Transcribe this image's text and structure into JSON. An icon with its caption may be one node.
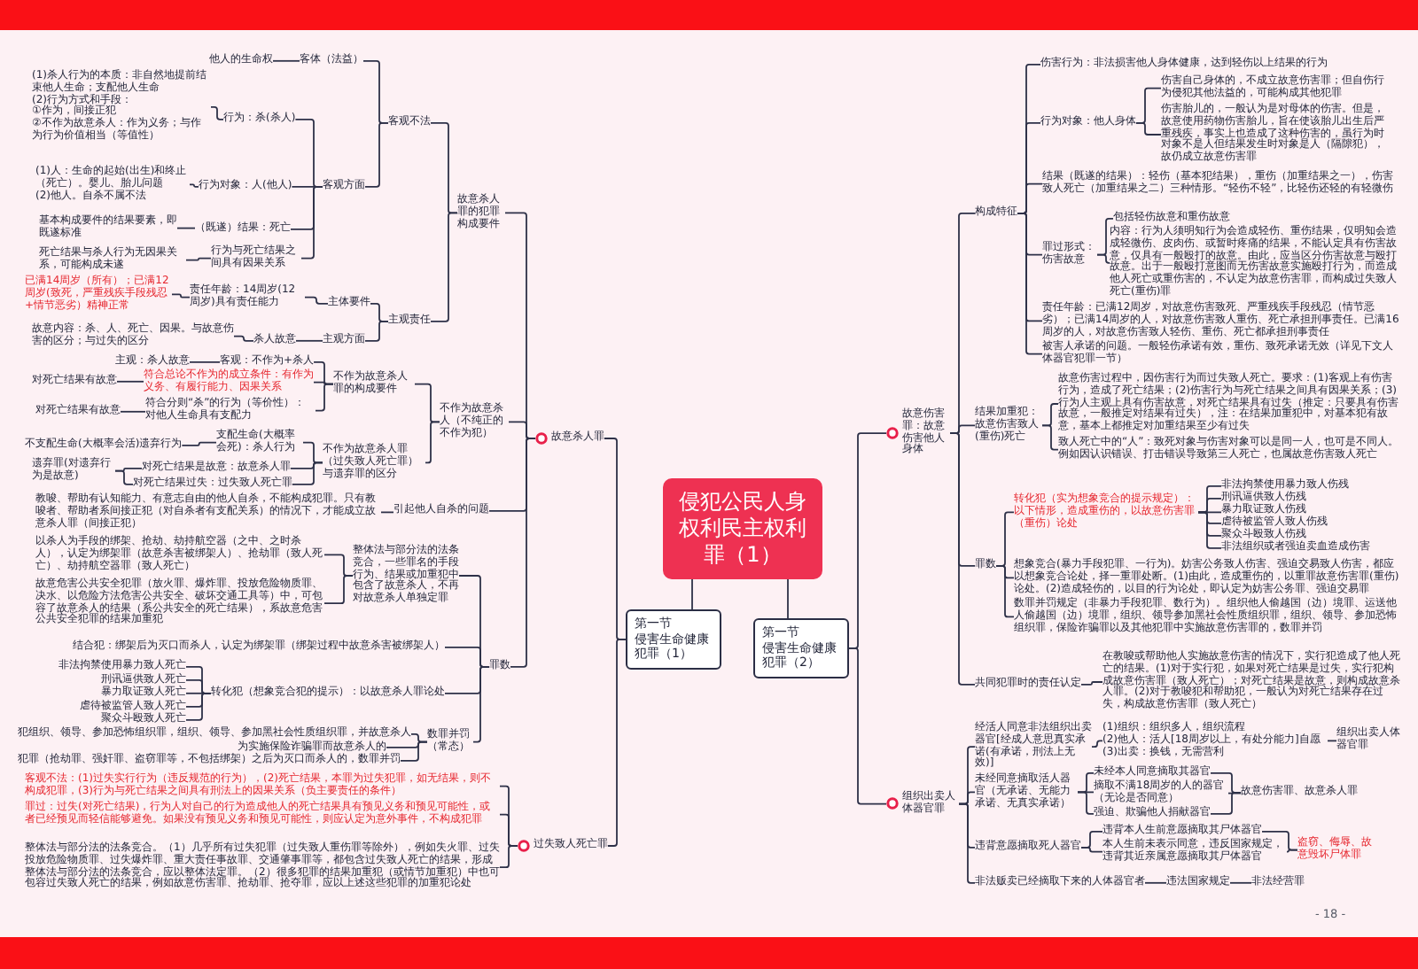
{
  "diagram": {
    "nodes": [
      {
        "text": [
          "侵犯公民人身权利民主权利罪（1）"
        ]
      },
      {
        "text": [
          "第一节",
          "侵害生命健康犯罪（1）"
        ]
      },
      {
        "text": [
          "故意杀人罪"
        ]
      },
      {
        "text": [
          "故意杀人罪的犯罪构成要件"
        ]
      },
      {
        "text": [
          "客观不法"
        ]
      },
      {
        "text": [
          "客体（法益）"
        ]
      },
      {
        "text": [
          "他人的生命权"
        ]
      },
      {
        "text": [
          "客观方面"
        ]
      },
      {
        "text": [
          "行为：杀(杀人)"
        ]
      },
      {
        "text": [
          "(1)杀人行为的本质：非自然地提前结束他人生命；支配他人生命",
          "(2)行为方式和手段：",
          "①作为，间接正犯",
          "②不作为故意杀人：作为义务；与作为行为价值相当（等值性）"
        ]
      },
      {
        "text": [
          "行为对象：人(他人)"
        ]
      },
      {
        "text": [
          "(1)人：生命的起始(出生)和终止（死亡）。婴儿、胎儿问题",
          "(2)他人。自杀不属不法"
        ]
      },
      {
        "text": [
          "（既遂）结果：死亡"
        ]
      },
      {
        "text": [
          "基本构成要件的结果要素，即既遂标准"
        ]
      },
      {
        "text": [
          "行为与死亡结果之间具有因果关系"
        ]
      },
      {
        "text": [
          "死亡结果与杀人行为无因果关系，可能构成未遂"
        ]
      },
      {
        "text": [
          "主观责任"
        ]
      },
      {
        "text": [
          "主体要件"
        ]
      },
      {
        "text": [
          "责任年龄：14周岁(12周岁)具有责任能力"
        ]
      },
      {
        "text": [
          "已满14周岁（所有）；已满12周岁(致死，严重残疾手段残忍+情节恶劣）精神正常"
        ]
      },
      {
        "text": [
          "主观方面"
        ]
      },
      {
        "text": [
          "杀人故意"
        ]
      },
      {
        "text": [
          "故意内容：杀、人、死亡、因果。与故意伤害的区分；与过失的区分"
        ]
      },
      {
        "text": [
          "不作为故意杀人（不纯正的不作为犯）"
        ]
      },
      {
        "text": [
          "不作为故意杀人罪的构成要件"
        ]
      },
      {
        "text": [
          "客观：不作为+杀人"
        ]
      },
      {
        "text": [
          "主观：杀人故意"
        ]
      },
      {
        "text": [
          "符合总论不作为的成立条件：有作为义务、有履行能力、因果关系"
        ]
      },
      {
        "text": [
          "对死亡结果有故意"
        ]
      },
      {
        "text": [
          "符合分则“杀”的行为（等价性）：对他人生命具有支配力"
        ]
      },
      {
        "text": [
          "对死亡结果有故意"
        ]
      },
      {
        "text": [
          "不作为故意杀人罪（过失致人死亡罪）与遗弃罪的区分"
        ]
      },
      {
        "text": [
          "支配生命(大概率会死)：杀人行为"
        ]
      },
      {
        "text": [
          "不支配生命(大概率会活)遗弃行为"
        ]
      },
      {
        "text": [
          "对死亡结果是故意：故意杀人罪"
        ]
      },
      {
        "text": [
          "对死亡结果过失：过失致人死亡罪"
        ]
      },
      {
        "text": [
          "遗弃罪(对遗弃行为是故意)"
        ]
      },
      {
        "text": [
          "引起他人自杀的问题"
        ]
      },
      {
        "text": [
          "教唆、帮助有认知能力、有意志自由的他人自杀，不能构成犯罪。只有教唆者、帮助者系间接正犯（对自杀者有支配关系）的情况下，才能成立故意杀人罪（间接正犯）"
        ]
      },
      {
        "text": [
          "罪数"
        ]
      },
      {
        "text": [
          "整体法与部分法的法条竞合，一些罪名的手段行为、结果或加重犯中包含了故意杀人，不再对故意杀人单独定罪"
        ]
      },
      {
        "text": [
          "以杀人为手段的绑架、抢劫、劫持航空器（之中、之时杀人），认定为绑架罪（故意杀害被绑架人）、抢劫罪（致人死亡）、劫持航空器罪（致人死亡）"
        ]
      },
      {
        "text": [
          "故意危害公共安全犯罪（放火罪、爆炸罪、投放危险物质罪、决水、以危险方法危害公共安全、破坏交通工具等）中，可包容了故意杀人的结果（系公共安全的死亡结果），系故意危害公共安全犯罪的结果加重犯"
        ]
      },
      {
        "text": [
          "结合犯：绑架后为灭口而杀人，认定为绑架罪（绑架过程中故意杀害被绑架人）"
        ]
      },
      {
        "text": [
          "转化犯（想象竞合犯的提示）：以故意杀人罪论处"
        ]
      },
      {
        "text": [
          "非法拘禁使用暴力致人死亡"
        ]
      },
      {
        "text": [
          "刑讯逼供致人死亡"
        ]
      },
      {
        "text": [
          "暴力取证致人死亡"
        ]
      },
      {
        "text": [
          "虐待被监管人致人死亡"
        ]
      },
      {
        "text": [
          "聚众斗殴致人死亡"
        ]
      },
      {
        "text": [
          "数罪并罚（常态）"
        ]
      },
      {
        "text": [
          "犯组织、领导、参加恐怖组织罪，组织、领导、参加黑社会性质组织罪，并故意杀人"
        ]
      },
      {
        "text": [
          "为实施保险诈骗罪而故意杀人的"
        ]
      },
      {
        "text": [
          "犯罪（抢劫罪、强奸罪、盗窃罪等，不包括绑架）之后为灭口而杀人的，数罪并罚"
        ]
      },
      {
        "text": [
          "过失致人死亡罪"
        ]
      },
      {
        "text": [
          "客观不法：(1)过失实行行为（违反规范的行为），(2)死亡结果，本罪为过失犯罪，如无结果，则不构成犯罪，(3)行为与死亡结果之间具有刑法上的因果关系（负主要责任的条件）"
        ]
      },
      {
        "text": [
          "罪过：过失(对死亡结果)，行为人对自己的行为造成他人的死亡结果具有预见义务和预见可能性，或者已经预见而轻信能够避免。如果没有预见义务和预见可能性，则应认定为意外事件，不构成犯罪"
        ]
      },
      {
        "text": [
          "整体法与部分法的法条竞合。（1）几乎所有过失犯罪（过失致人重伤罪等除外），例如失火罪、过失投放危险物质罪、过失爆炸罪、重大责任事故罪、交通肇事罪等，都包含过失致人死亡的结果，形成整体法与部分法的法条竞合，应以整体法定罪。（2）很多犯罪的结果加重犯（或情节加重犯）中也可包容过失致人死亡的结果，例如故意伤害罪、抢劫罪、抢夺罪，应以上述这些犯罪的加重犯论处"
        ]
      },
      {
        "text": [
          "第一节",
          "侵害生命健康犯罪（2）"
        ]
      },
      {
        "text": [
          "故意伤害罪：故意伤害他人身体"
        ]
      },
      {
        "text": [
          "构成特征"
        ]
      },
      {
        "text": [
          "伤害行为：非法损害他人身体健康，达到轻伤以上结果的行为"
        ]
      },
      {
        "text": [
          "行为对象：他人身体"
        ]
      },
      {
        "text": [
          "伤害自己身体的，不成立故意伤害罪；但自伤行为侵犯其他法益的，可能构成其他犯罪"
        ]
      },
      {
        "text": [
          "伤害胎儿的，一般认为是对母体的伤害。但是，故意使用药物伤害胎儿，旨在使该胎儿出生后严重残疾，事实上也造成了这种伤害的，虽行为时对象不是人但结果发生时对象是人（隔隙犯），故仍成立故意伤害罪"
        ]
      },
      {
        "text": [
          "结果（既遂的结果）：轻伤（基本犯结果），重伤（加重结果之一），伤害致人死亡（加重结果之二）三种情形。“轻伤不轻”，比轻伤还轻的有轻微伤"
        ]
      },
      {
        "text": [
          "罪过形式：伤害故意"
        ]
      },
      {
        "text": [
          "包括轻伤故意和重伤故意"
        ]
      },
      {
        "text": [
          "内容：行为人须明知行为会造成轻伤、重伤结果，仅明知会造成轻微伤、皮肉伤、或暂时疼痛的结果，不能认定具有伤害故意，仅具有一般殴打的故意。由此，应当区分伤害故意与殴打故意。出于一般殴打意图而无伤害故意实施殴打行为，而造成他人死亡或重伤害的，不认定为故意伤害罪，而构成过失致人死亡(重伤)罪"
        ]
      },
      {
        "text": [
          "责任年龄：已满12周岁，对故意伤害致死、严重残疾手段残忍（情节恶劣）；已满14周岁的人，对故意伤害致人重伤、死亡承担刑事责任。已满16周岁的人，对故意伤害致人轻伤、重伤、死亡都承担刑事责任"
        ]
      },
      {
        "text": [
          "被害人承诺的问题。一般轻伤承诺有效，重伤、致死承诺无效（详见下文人体器官犯罪一节）"
        ]
      },
      {
        "text": [
          "结果加重犯：故意伤害致人(重伤)死亡"
        ]
      },
      {
        "text": [
          "故意伤害过程中，因伤害行为而过失致人死亡。要求：(1)客观上有伤害行为，造成了死亡结果；(2)伤害行为与死亡结果之间具有因果关系；(3)行为人主观上具有伤害故意，对死亡结果具有过失（推定：只要具有伤害故意，一般推定对结果有过失），注：在结果加重犯中，对基本犯有故意，基本上都推定对加重结果至少有过失"
        ]
      },
      {
        "text": [
          "致人死亡中的“人”：致死对象与伤害对象可以是同一人，也可是不同人。例如因认识错误、打击错误导致第三人死亡，也属故意伤害致人死亡"
        ]
      },
      {
        "text": [
          "罪数"
        ]
      },
      {
        "text": [
          "转化犯（实为想象竞合的提示规定）：以下情形，造成重伤的，以故意伤害罪（重伤）论处"
        ]
      },
      {
        "text": [
          "非法拘禁使用暴力致人伤残"
        ]
      },
      {
        "text": [
          "刑讯逼供致人伤残"
        ]
      },
      {
        "text": [
          "暴力取证致人伤残"
        ]
      },
      {
        "text": [
          "虐待被监管人致人伤残"
        ]
      },
      {
        "text": [
          "聚众斗殴致人伤残"
        ]
      },
      {
        "text": [
          "非法组织或者强迫卖血造成伤害"
        ]
      },
      {
        "text": [
          "想象竞合(暴力手段犯罪、一行为)。妨害公务致人伤害、强迫交易致人伤害，都应以想象竞合论处，择一重罪处断。(1)由此，造成重伤的，以重罪故意伤害罪(重伤)论处。(2)造成轻伤的，以目的行为论处，即认定为妨害公务罪、强迫交易罪"
        ]
      },
      {
        "text": [
          "数罪并罚规定（非暴力手段犯罪、数行为）。组织他人偷越国（边）境罪、运送他人偷越国（边）境罪，组织、领导参加黑社会性质组织罪，组织、领导、参加恐怖组织罪，保险诈骗罪以及其他犯罪中实施故意伤害罪的，数罪并罚"
        ]
      },
      {
        "text": [
          "共同犯罪时的责任认定"
        ]
      },
      {
        "text": [
          "在教唆或帮助他人实施故意伤害的情况下，实行犯造成了他人死亡的结果。(1)对于实行犯，如果对死亡结果是过失，实行犯构成故意伤害罪（致人死亡）；对死亡结果是故意，则构成故意杀人罪。(2)对于教唆犯和帮助犯，一般认为对死亡结果存在过失，构成故意伤害罪（致人死亡）"
        ]
      },
      {
        "text": [
          "组织出卖人体器官罪"
        ]
      },
      {
        "text": [
          "经活人同意非法组织出卖器官[经成人意思真实承诺(有承诺，刑法上无效)]"
        ]
      },
      {
        "text": [
          "(1)组织：组织多人，组织流程",
          "(2)他人：活人[18周岁以上，有处分能力]自愿",
          "(3)出卖：换钱，无需营利"
        ]
      },
      {
        "text": [
          "组织出卖人体器官罪"
        ]
      },
      {
        "text": [
          "未经同意摘取活人器官（无承诺、无能力承诺、无真实承诺）"
        ]
      },
      {
        "text": [
          "未经本人同意摘取其器官"
        ]
      },
      {
        "text": [
          "摘取不满18周岁的人的器官（无论是否同意）"
        ]
      },
      {
        "text": [
          "强迫、欺骗他人捐献器官"
        ]
      },
      {
        "text": [
          "故意伤害罪、故意杀人罪"
        ]
      },
      {
        "text": [
          "违背意愿摘取死人器官"
        ]
      },
      {
        "text": [
          "违背本人生前意愿摘取其尸体器官"
        ]
      },
      {
        "text": [
          "本人生前未表示同意，违反国家规定，违背其近亲属意愿摘取其尸体器官"
        ]
      },
      {
        "text": [
          "盗窃、侮辱、故意毁坏尸体罪"
        ]
      },
      {
        "text": [
          "非法贩卖已经摘取下来的人体器官者"
        ]
      },
      {
        "text": [
          "违法国家规定"
        ]
      },
      {
        "text": [
          "非法经营罪"
        ]
      }
    ],
    "edges": [
      {
        "from": 1,
        "to": 0,
        "arrow": "none"
      },
      {
        "from": 2,
        "to": 1,
        "arrow": "none"
      },
      {
        "from": 3,
        "to": 2,
        "arrow": "none"
      },
      {
        "from": 4,
        "to": 3,
        "arrow": "none"
      },
      {
        "from": 5,
        "to": 4,
        "arrow": "none"
      },
      {
        "from": 6,
        "to": 5,
        "arrow": "none"
      },
      {
        "from": 7,
        "to": 4,
        "arrow": "none"
      },
      {
        "from": 8,
        "to": 7,
        "arrow": "none"
      },
      {
        "from": 9,
        "to": 8,
        "arrow": "none"
      },
      {
        "from": 10,
        "to": 7,
        "arrow": "none"
      },
      {
        "from": 11,
        "to": 10,
        "arrow": "none"
      },
      {
        "from": 12,
        "to": 7,
        "arrow": "none"
      },
      {
        "from": 13,
        "to": 12,
        "arrow": "none"
      },
      {
        "from": 14,
        "to": 7,
        "arrow": "none"
      },
      {
        "from": 15,
        "to": 14,
        "arrow": "none"
      },
      {
        "from": 16,
        "to": 3,
        "arrow": "none"
      },
      {
        "from": 17,
        "to": 16,
        "arrow": "none"
      },
      {
        "from": 18,
        "to": 17,
        "arrow": "none"
      },
      {
        "from": 19,
        "to": 18,
        "arrow": "none"
      },
      {
        "from": 20,
        "to": 16,
        "arrow": "none"
      },
      {
        "from": 21,
        "to": 20,
        "arrow": "none"
      },
      {
        "from": 22,
        "to": 21,
        "arrow": "none"
      },
      {
        "from": 23,
        "to": 2,
        "arrow": "none"
      },
      {
        "from": 24,
        "to": 23,
        "arrow": "none"
      },
      {
        "from": 25,
        "to": 24,
        "arrow": "none"
      },
      {
        "from": 26,
        "to": 25,
        "arrow": "none"
      },
      {
        "from": 27,
        "to": 24,
        "arrow": "none"
      },
      {
        "from": 28,
        "to": 27,
        "arrow": "none"
      },
      {
        "from": 29,
        "to": 24,
        "arrow": "none"
      },
      {
        "from": 30,
        "to": 29,
        "arrow": "none"
      },
      {
        "from": 31,
        "to": 23,
        "arrow": "none"
      },
      {
        "from": 32,
        "to": 31,
        "arrow": "none"
      },
      {
        "from": 33,
        "to": 32,
        "arrow": "none"
      },
      {
        "from": 34,
        "to": 31,
        "arrow": "none"
      },
      {
        "from": 35,
        "to": 31,
        "arrow": "none"
      },
      {
        "from": 36,
        "to": 34,
        "arrow": "none"
      },
      {
        "from": 36,
        "to": 35,
        "arrow": "none"
      },
      {
        "from": 37,
        "to": 2,
        "arrow": "none"
      },
      {
        "from": 38,
        "to": 37,
        "arrow": "none"
      },
      {
        "from": 39,
        "to": 2,
        "arrow": "none"
      },
      {
        "from": 40,
        "to": 39,
        "arrow": "none"
      },
      {
        "from": 41,
        "to": 40,
        "arrow": "none"
      },
      {
        "from": 42,
        "to": 40,
        "arrow": "none"
      },
      {
        "from": 43,
        "to": 39,
        "arrow": "none"
      },
      {
        "from": 44,
        "to": 39,
        "arrow": "none"
      },
      {
        "from": 45,
        "to": 44,
        "arrow": "none"
      },
      {
        "from": 46,
        "to": 44,
        "arrow": "none"
      },
      {
        "from": 47,
        "to": 44,
        "arrow": "none"
      },
      {
        "from": 48,
        "to": 44,
        "arrow": "none"
      },
      {
        "from": 49,
        "to": 44,
        "arrow": "none"
      },
      {
        "from": 50,
        "to": 39,
        "arrow": "none"
      },
      {
        "from": 51,
        "to": 50,
        "arrow": "none"
      },
      {
        "from": 52,
        "to": 50,
        "arrow": "none"
      },
      {
        "from": 53,
        "to": 50,
        "arrow": "none"
      },
      {
        "from": 54,
        "to": 1,
        "arrow": "none"
      },
      {
        "from": 55,
        "to": 54,
        "arrow": "none"
      },
      {
        "from": 56,
        "to": 54,
        "arrow": "none"
      },
      {
        "from": 57,
        "to": 54,
        "arrow": "none"
      },
      {
        "from": 0,
        "to": 58,
        "arrow": "none"
      },
      {
        "from": 58,
        "to": 59,
        "arrow": "none"
      },
      {
        "from": 59,
        "to": 60,
        "arrow": "none"
      },
      {
        "from": 60,
        "to": 61,
        "arrow": "none"
      },
      {
        "from": 60,
        "to": 62,
        "arrow": "none"
      },
      {
        "from": 62,
        "to": 63,
        "arrow": "none"
      },
      {
        "from": 62,
        "to": 64,
        "arrow": "none"
      },
      {
        "from": 60,
        "to": 65,
        "arrow": "none"
      },
      {
        "from": 60,
        "to": 66,
        "arrow": "none"
      },
      {
        "from": 66,
        "to": 67,
        "arrow": "none"
      },
      {
        "from": 66,
        "to": 68,
        "arrow": "none"
      },
      {
        "from": 60,
        "to": 69,
        "arrow": "none"
      },
      {
        "from": 60,
        "to": 70,
        "arrow": "none"
      },
      {
        "from": 59,
        "to": 71,
        "arrow": "none"
      },
      {
        "from": 71,
        "to": 72,
        "arrow": "none"
      },
      {
        "from": 71,
        "to": 73,
        "arrow": "none"
      },
      {
        "from": 59,
        "to": 74,
        "arrow": "none"
      },
      {
        "from": 74,
        "to": 75,
        "arrow": "none"
      },
      {
        "from": 75,
        "to": 76,
        "arrow": "none"
      },
      {
        "from": 75,
        "to": 77,
        "arrow": "none"
      },
      {
        "from": 75,
        "to": 78,
        "arrow": "none"
      },
      {
        "from": 75,
        "to": 79,
        "arrow": "none"
      },
      {
        "from": 75,
        "to": 80,
        "arrow": "none"
      },
      {
        "from": 75,
        "to": 81,
        "arrow": "none"
      },
      {
        "from": 74,
        "to": 82,
        "arrow": "none"
      },
      {
        "from": 74,
        "to": 83,
        "arrow": "none"
      },
      {
        "from": 59,
        "to": 84,
        "arrow": "none"
      },
      {
        "from": 84,
        "to": 85,
        "arrow": "none"
      },
      {
        "from": 58,
        "to": 86,
        "arrow": "none"
      },
      {
        "from": 86,
        "to": 87,
        "arrow": "none"
      },
      {
        "from": 87,
        "to": 88,
        "arrow": "none"
      },
      {
        "from": 88,
        "to": 89,
        "arrow": "none"
      },
      {
        "from": 86,
        "to": 90,
        "arrow": "none"
      },
      {
        "from": 90,
        "to": 91,
        "arrow": "none"
      },
      {
        "from": 90,
        "to": 92,
        "arrow": "none"
      },
      {
        "from": 90,
        "to": 93,
        "arrow": "none"
      },
      {
        "from": 91,
        "to": 94,
        "arrow": "none"
      },
      {
        "from": 92,
        "to": 94,
        "arrow": "none"
      },
      {
        "from": 93,
        "to": 94,
        "arrow": "none"
      },
      {
        "from": 86,
        "to": 95,
        "arrow": "none"
      },
      {
        "from": 95,
        "to": 96,
        "arrow": "none"
      },
      {
        "from": 95,
        "to": 97,
        "arrow": "none"
      },
      {
        "from": 96,
        "to": 98,
        "arrow": "none"
      },
      {
        "from": 97,
        "to": 98,
        "arrow": "none"
      },
      {
        "from": 86,
        "to": 99,
        "arrow": "none"
      },
      {
        "from": 99,
        "to": 100,
        "arrow": "none"
      },
      {
        "from": 100,
        "to": 101,
        "arrow": "none"
      }
    ],
    "labels": [
      "- 18 -"
    ]
  }
}
